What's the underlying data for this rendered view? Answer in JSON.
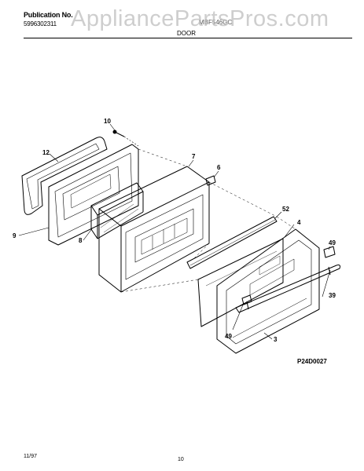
{
  "header": {
    "publication_label": "Publication No.",
    "publication_number": "5996302311",
    "model": "MBF546GC",
    "section_title": "DOOR"
  },
  "watermark": "AppliancePartsPros.com",
  "callouts": {
    "c10": "10",
    "c12": "12",
    "c7": "7",
    "c6": "6",
    "c9": "9",
    "c8": "8",
    "c52": "52",
    "c4": "4",
    "c49a": "49",
    "c39": "39",
    "c49b": "49",
    "c3": "3"
  },
  "diagram_code": "P24D0027",
  "footer": {
    "date": "11/97",
    "page": "10"
  }
}
